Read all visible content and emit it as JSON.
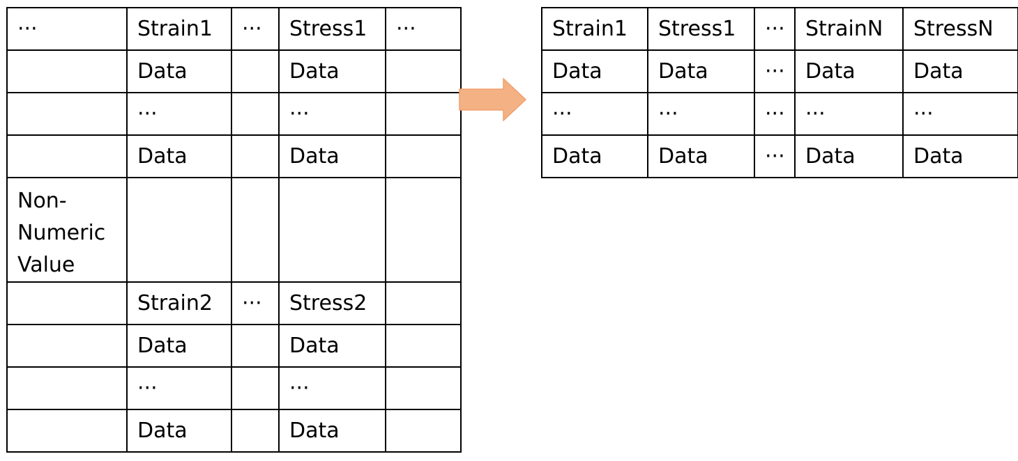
{
  "source_table": {
    "rows": [
      [
        "···",
        "Strain1",
        "···",
        "Stress1",
        "···"
      ],
      [
        "",
        "Data",
        "",
        "Data",
        ""
      ],
      [
        "",
        "···",
        "",
        "···",
        ""
      ],
      [
        "",
        "Data",
        "",
        "Data",
        ""
      ],
      [
        "Non-Numeric Value",
        "",
        "",
        "",
        ""
      ],
      [
        "",
        "Strain2",
        "···",
        "Stress2",
        ""
      ],
      [
        "",
        "Data",
        "",
        "Data",
        ""
      ],
      [
        "",
        "···",
        "",
        "···",
        ""
      ],
      [
        "",
        "Data",
        "",
        "Data",
        ""
      ]
    ]
  },
  "target_table": {
    "rows": [
      [
        "Strain1",
        "Stress1",
        "···",
        "StrainN",
        "StressN"
      ],
      [
        "Data",
        "Data",
        "···",
        "Data",
        "Data"
      ],
      [
        "···",
        "···",
        "···",
        "···",
        "···"
      ],
      [
        "Data",
        "Data",
        "···",
        "Data",
        "Data"
      ]
    ]
  },
  "arrow": {
    "fill_color": "#F4B183",
    "stroke_color": "#F0A070"
  }
}
